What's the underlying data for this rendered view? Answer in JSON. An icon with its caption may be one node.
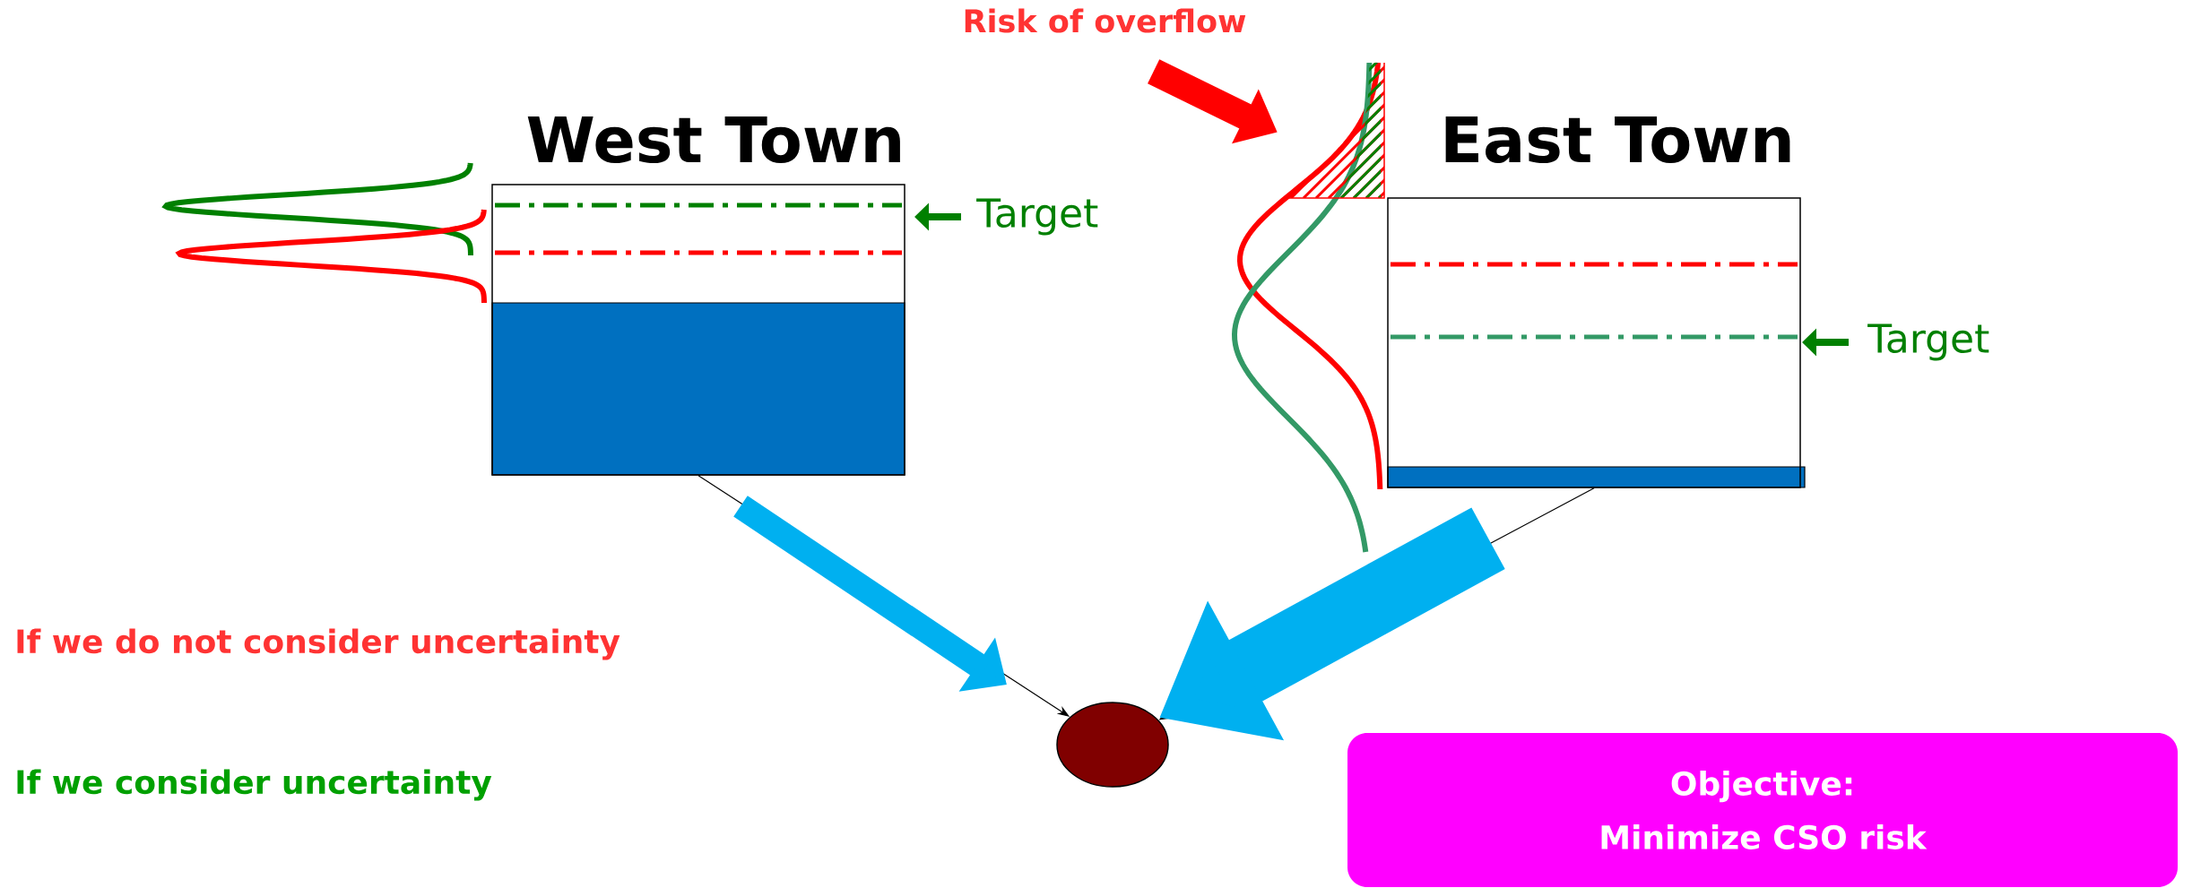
{
  "diagram": {
    "nodes": [
      {
        "text": [
          "West Town"
        ]
      },
      {
        "text": [
          "East Town"
        ]
      },
      {
        "text": [],
        "shape": "ellipse"
      },
      {
        "text": [
          "Objective:",
          "Minimize CSO risk"
        ]
      },
      {
        "text": [
          "Risk of overflow"
        ]
      },
      {
        "text": [],
        "shape": "hatch"
      }
    ],
    "edges": [
      {
        "from": 0,
        "to": 2,
        "arrow": "to"
      },
      {
        "from": 1,
        "to": 2,
        "arrow": "to"
      },
      {
        "from": 0,
        "to": 2,
        "arrow": "to",
        "color": "#00b0f0"
      },
      {
        "from": 1,
        "to": 2,
        "arrow": "to",
        "style": "thick",
        "color": "#00b0f0"
      },
      {
        "from": 4,
        "to": 5,
        "arrow": "to",
        "color": "#ff0000"
      }
    ],
    "labels": [
      "Target",
      "Target",
      "If we do not consider uncertainty",
      "If we consider uncertainty"
    ]
  }
}
